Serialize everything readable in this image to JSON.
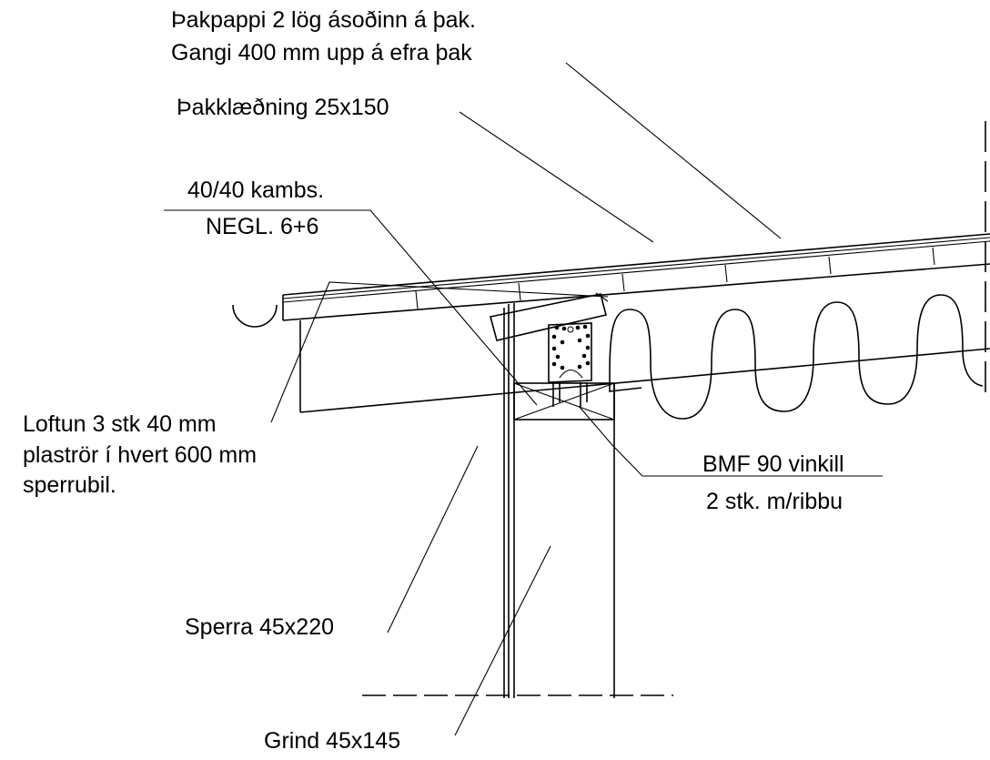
{
  "labels": {
    "roofing_felt_line1": "Þakpappi 2 lög ásoðinn á þak.",
    "roofing_felt_line2": "Gangi 400 mm upp á efra þak",
    "roof_boarding": "Þakklæðning 25x150",
    "ridge_batten_line1": "40/40 kambs.",
    "ridge_batten_line2": "NEGL. 6+6",
    "ventilation_line1": "Loftun 3 stk 40 mm",
    "ventilation_line2": "plaströr í hvert 600 mm",
    "ventilation_line3": "sperrubil.",
    "angle_bracket_line1": "BMF 90 vinkill",
    "angle_bracket_line2": "2 stk. m/ribbu",
    "rafter": "Sperra 45x220",
    "frame": "Grind 45x145"
  },
  "parts": {
    "insulation": "insulation",
    "nail_plate_bracket": "bmf-bracket",
    "gutter": "gutter",
    "vent_pipe": "vent-pipe",
    "wall_plate": "wall-plate",
    "stud": "stud",
    "centerline": "centerline"
  }
}
